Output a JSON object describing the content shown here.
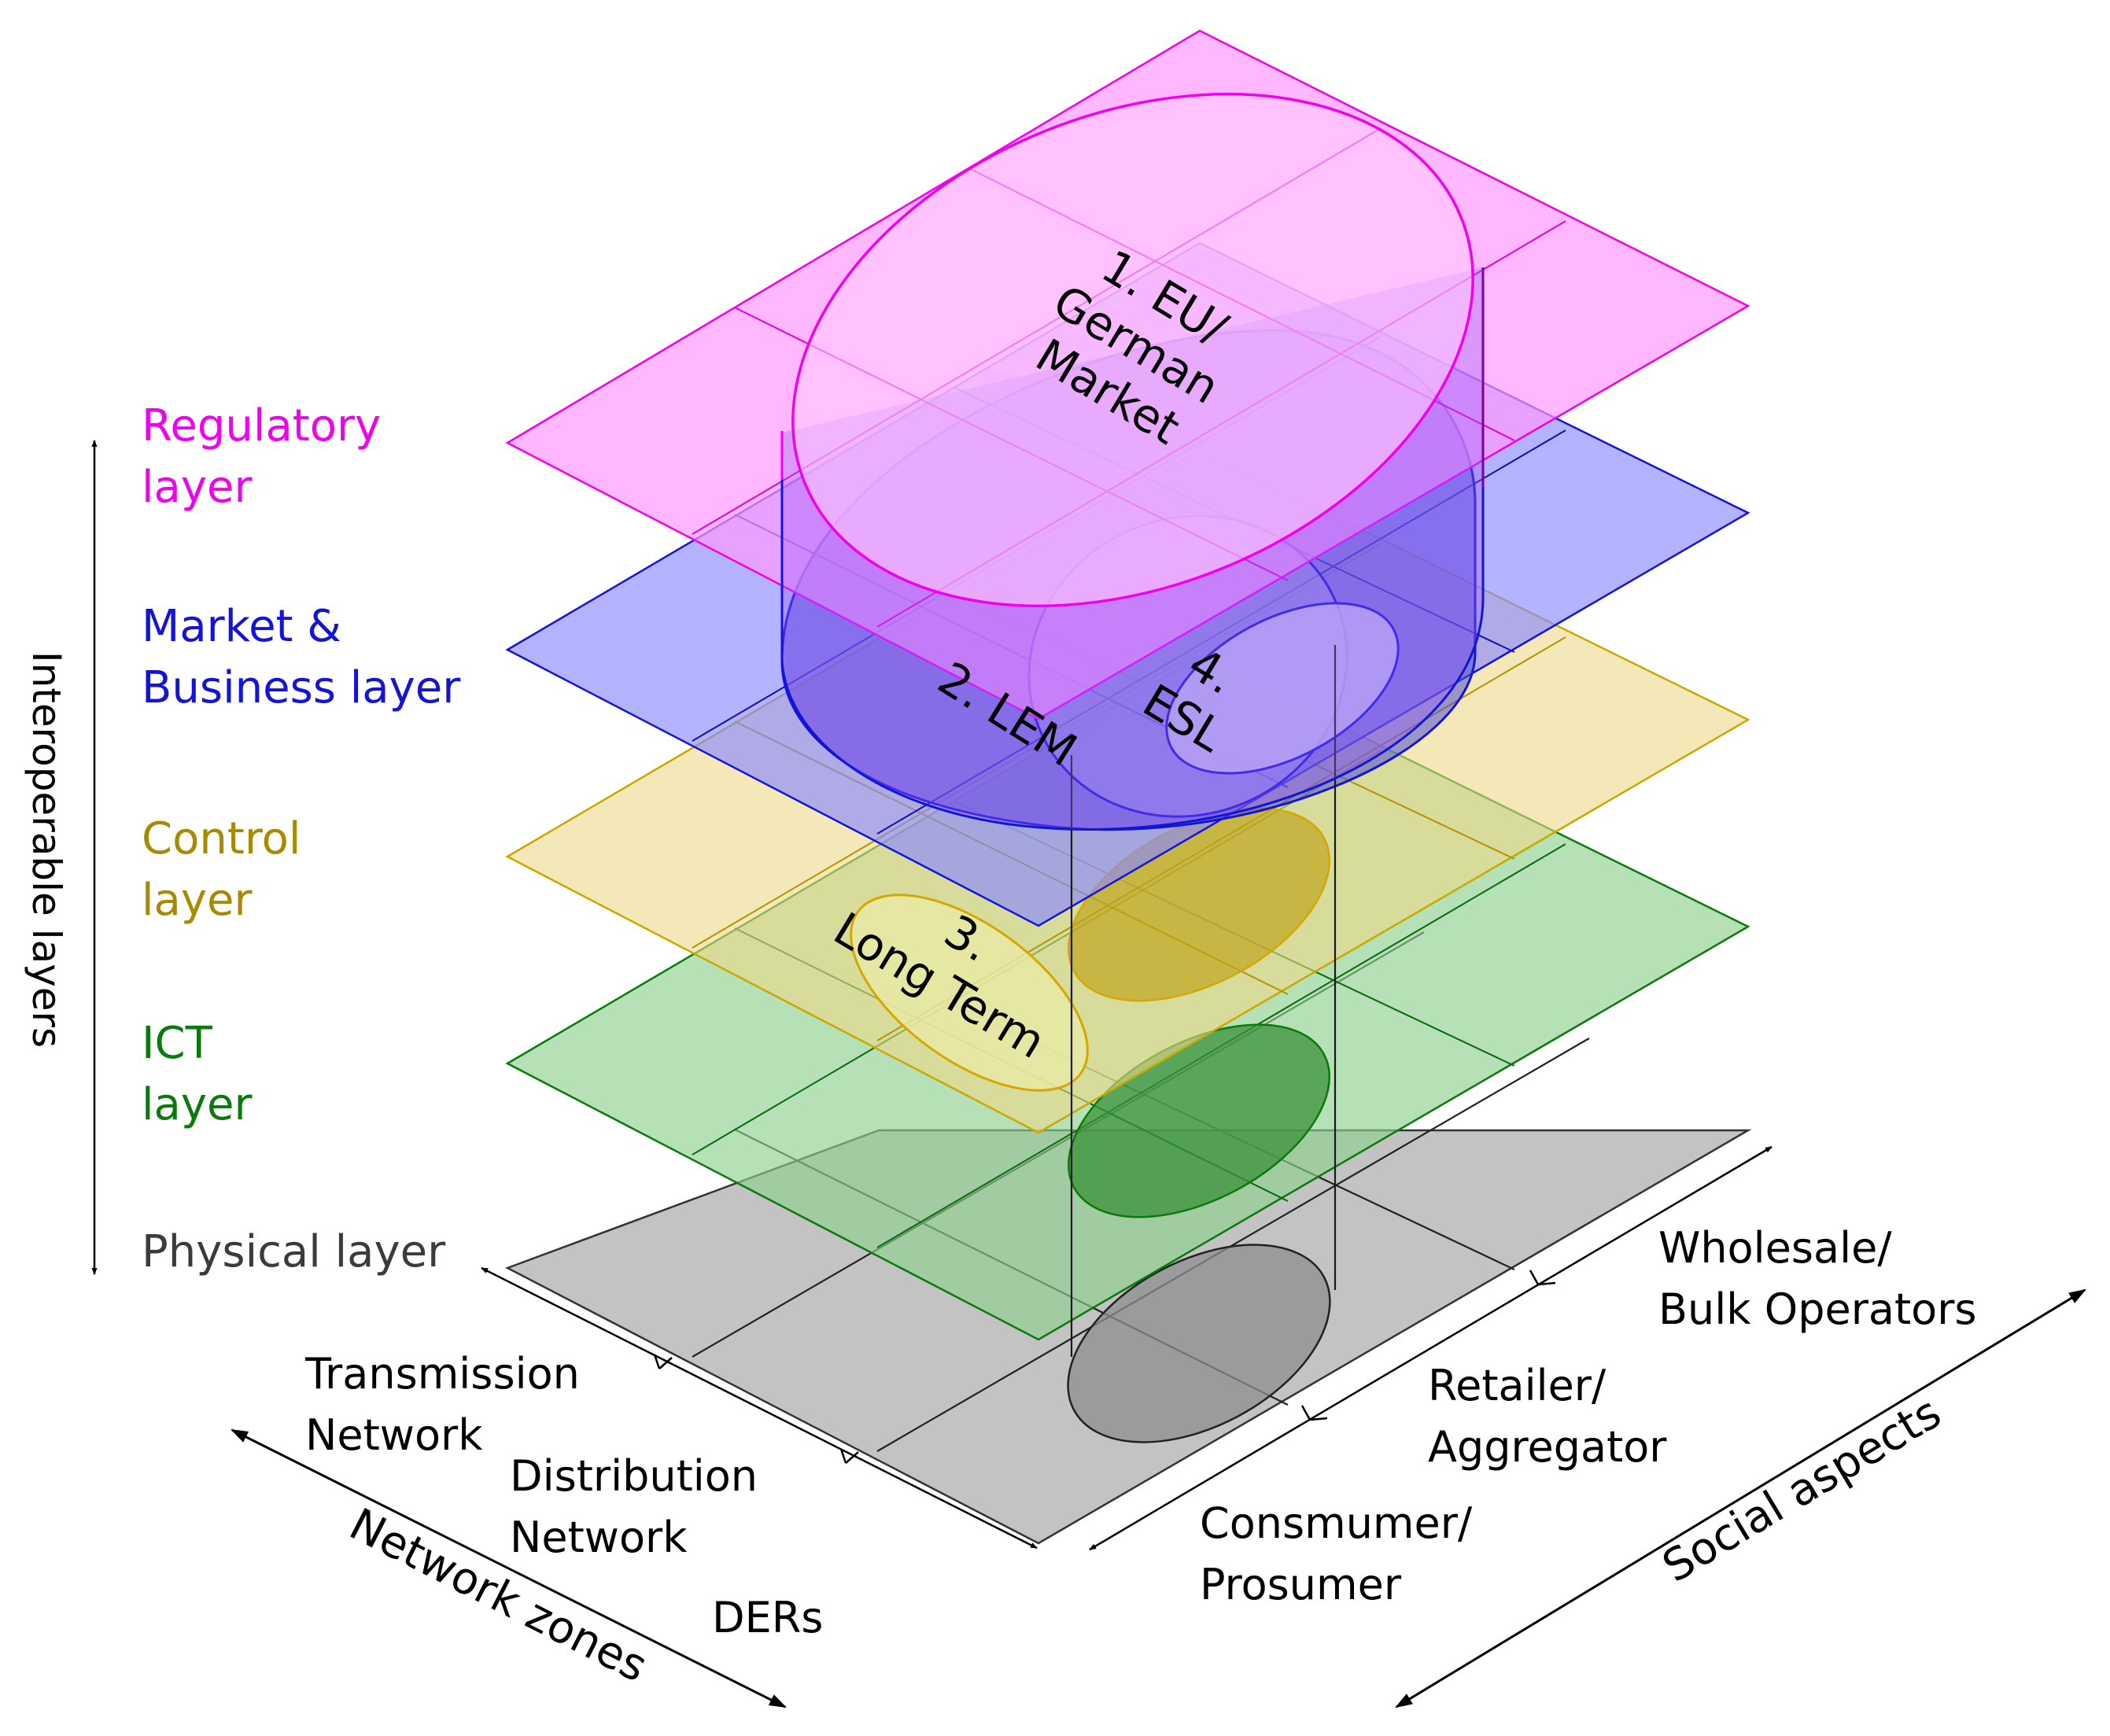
{
  "layers": [
    {
      "id": "physical",
      "label_lines": [
        "Physical layer"
      ],
      "color": "#3b3b3b",
      "fill": "#9e9e9e"
    },
    {
      "id": "ict",
      "label_lines": [
        "ICT",
        "layer"
      ],
      "color": "#0a7a0a",
      "fill": "#6cc06c"
    },
    {
      "id": "control",
      "label_lines": [
        "Control",
        "layer"
      ],
      "color": "#a88a00",
      "fill": "#e6cf5a"
    },
    {
      "id": "market",
      "label_lines": [
        "Market &",
        "Business layer"
      ],
      "color": "#1414d8",
      "fill": "#6a6aff"
    },
    {
      "id": "regulatory",
      "label_lines": [
        "Regulatory",
        "layer"
      ],
      "color": "#f000f0",
      "fill": "#ff72ff"
    }
  ],
  "axes": {
    "vertical": "Interoperable layers",
    "network": "Network zones",
    "social": "Social aspects"
  },
  "network_zones": [
    [
      "Transmission",
      "Network"
    ],
    [
      "Distribution",
      "Network"
    ],
    [
      "DERs"
    ]
  ],
  "social_zones": [
    [
      "Consmumer/",
      "Prosumer"
    ],
    [
      "Retailer/",
      "Aggregator"
    ],
    [
      "Wholesale/",
      "Bulk Operators"
    ]
  ],
  "regions": [
    {
      "id": "eu-market",
      "lines": [
        "1. EU/",
        "German",
        "Market"
      ],
      "color": "#f000f0"
    },
    {
      "id": "lem",
      "lines": [
        "2. LEM"
      ],
      "color": "#1414d8"
    },
    {
      "id": "long-term",
      "lines": [
        "3.",
        "Long Term"
      ],
      "color": "#d4a800"
    },
    {
      "id": "esl",
      "lines": [
        "4.",
        "ESL"
      ],
      "color": "#1414d8"
    }
  ],
  "text_color": "#000000"
}
